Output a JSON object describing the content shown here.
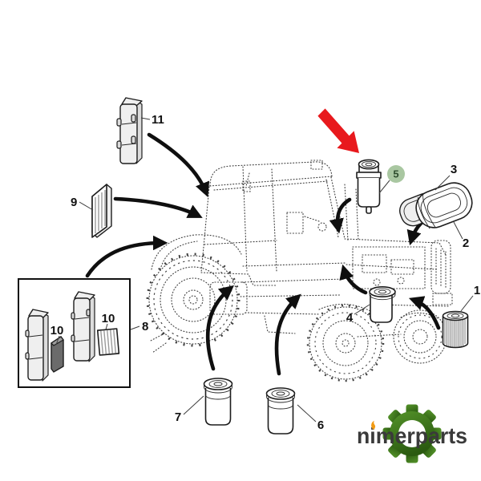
{
  "diagram": {
    "type": "exploded-parts-diagram",
    "subject": "tractor filter service kit locations",
    "callouts": [
      {
        "id": "1",
        "label": "1"
      },
      {
        "id": "2",
        "label": "2"
      },
      {
        "id": "3",
        "label": "3"
      },
      {
        "id": "4",
        "label": "4"
      },
      {
        "id": "5",
        "label": "5",
        "highlighted": true
      },
      {
        "id": "6",
        "label": "6"
      },
      {
        "id": "7",
        "label": "7"
      },
      {
        "id": "8",
        "label": "8"
      },
      {
        "id": "9",
        "label": "9"
      },
      {
        "id": "10a",
        "label": "10"
      },
      {
        "id": "10b",
        "label": "10"
      },
      {
        "id": "11",
        "label": "11"
      }
    ],
    "highlight": {
      "arrow_color": "#e8191d",
      "badge_fill": "#a9c7a1",
      "badge_text_color": "#2e4d2e"
    },
    "line_color": "#3f3f3f"
  },
  "branding": {
    "logo_text": "nimerparts",
    "logo_text_color": "#3a3a3a",
    "gear_green_light": "#55942a",
    "gear_green_dark": "#2a5a10",
    "flame_orange": "#f29b13"
  }
}
